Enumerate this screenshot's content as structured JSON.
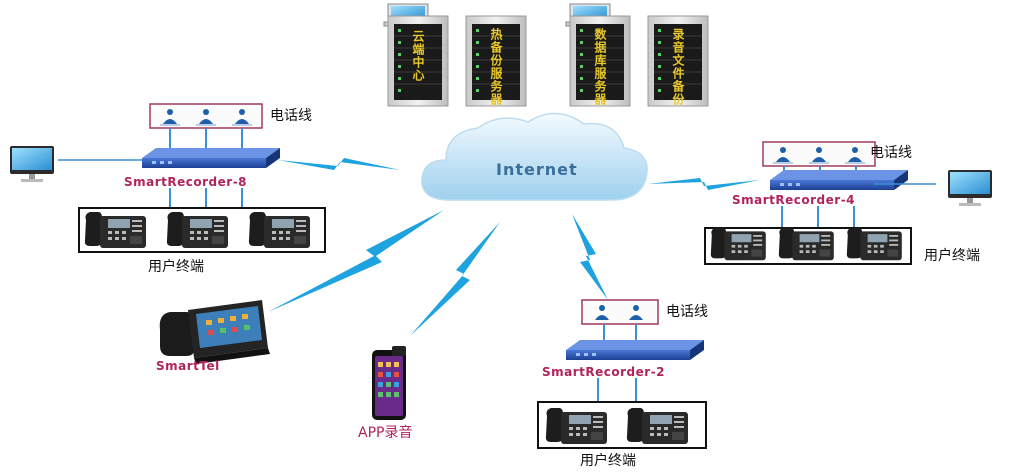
{
  "servers": [
    {
      "label": "云端中心"
    },
    {
      "label": "热备份服务器"
    },
    {
      "label": "数据库服务器"
    },
    {
      "label": "录音文件备份"
    }
  ],
  "cloud": {
    "label": "Internet"
  },
  "nodes": {
    "recorder8": {
      "name": "SmartRecorder-8",
      "line_label": "电话线",
      "terminal_label": "用户终端"
    },
    "recorder4": {
      "name": "SmartRecorder-4",
      "line_label": "电话线",
      "terminal_label": "用户终端"
    },
    "recorder2": {
      "name": "SmartRecorder-2",
      "line_label": "电话线",
      "terminal_label": "用户终端"
    },
    "smarttel": {
      "name": "SmartTel"
    },
    "app": {
      "label": "APP录音"
    }
  },
  "colors": {
    "device_label": "#b0245c",
    "link_line": "#3a8fd6",
    "lightning": "#1fa3e0",
    "recorder_body": "#2d55b8",
    "server_text": "#e8c72a"
  },
  "icons": [
    "server-rack-icon",
    "cloud-icon",
    "network-switch-icon",
    "desk-phone-icon",
    "monitor-icon",
    "smartphone-icon",
    "video-phone-icon"
  ]
}
